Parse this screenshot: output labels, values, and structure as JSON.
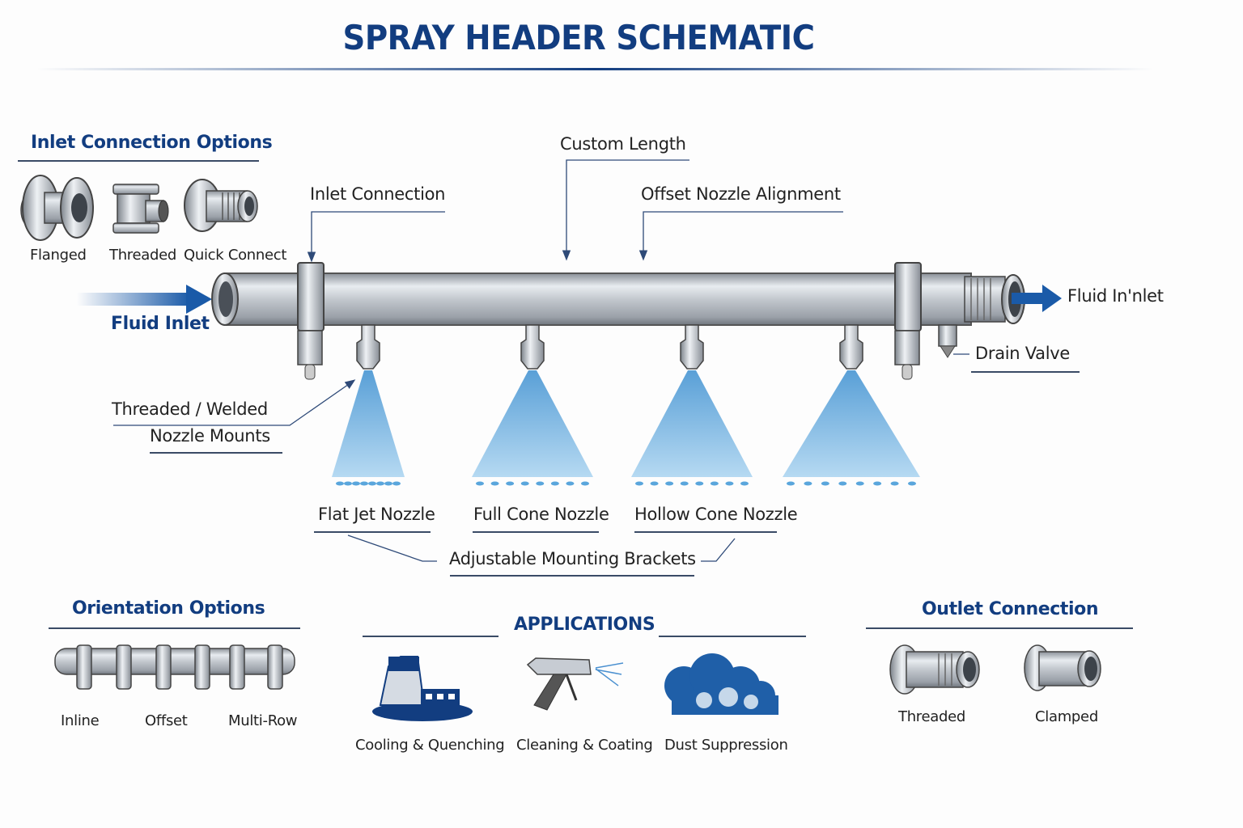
{
  "title": "SPRAY HEADER SCHEMATIC",
  "inlet_options": {
    "heading": "Inlet Connection Options",
    "items": [
      "Flanged",
      "Threaded",
      "Quick Connect"
    ]
  },
  "callouts": {
    "inlet_connection": "Inlet Connection",
    "custom_length": "Custom Length",
    "offset_nozzle_alignment": "Offset Nozzle Alignment",
    "fluid_inlet_left": "Fluid Inlet",
    "fluid_inlet_right": "Fluid In'nlet",
    "drain_valve": "Drain Valve",
    "nozzle_mounts_line1": "Threaded / Welded",
    "nozzle_mounts_line2": "Nozzle Mounts",
    "adjustable_brackets": "Adjustable Mounting Brackets"
  },
  "nozzles": [
    "Flat Jet Nozzle",
    "Full Cone Nozzle",
    "Hollow Cone Nozzle"
  ],
  "orientation": {
    "heading": "Orientation Options",
    "items": [
      "Inline",
      "Offset",
      "Multi-Row"
    ]
  },
  "applications": {
    "heading": "APPLICATIONS",
    "items": [
      "Cooling & Quenching",
      "Cleaning & Coating",
      "Dust Suppression"
    ]
  },
  "outlet": {
    "heading": "Outlet Connection",
    "items": [
      "Threaded",
      "Clamped"
    ]
  },
  "colors": {
    "brand_blue": "#123d80",
    "spray_blue": "#5aa6dc",
    "steel": "#b8bec6"
  }
}
